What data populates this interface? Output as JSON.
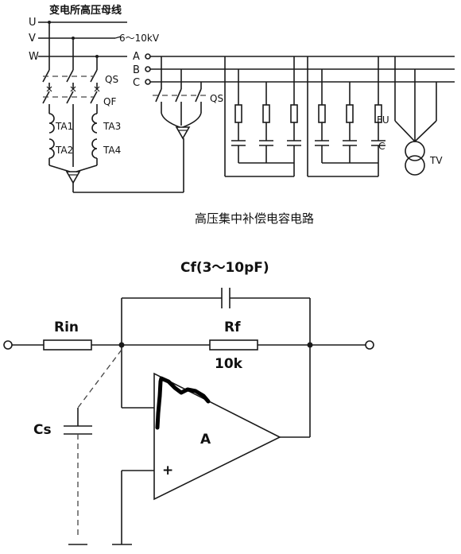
{
  "top_diagram": {
    "bus_title": "变电所高压母线",
    "voltage_label": "6～10kV",
    "left_phases": [
      "U",
      "V",
      "W"
    ],
    "right_phases": [
      "A",
      "B",
      "C"
    ],
    "switch_qs_left": "QS",
    "breaker_qf": "QF",
    "current_transformers": [
      "TA1",
      "TA2",
      "TA3",
      "TA4"
    ],
    "switch_qs_right": "QS",
    "fuse_label": "FU",
    "capacitor_label": "C",
    "voltage_transformer_label": "TV",
    "caption": "高压集中补偿电容电路"
  },
  "bottom_diagram": {
    "feedback_capacitor_label": "Cf(3～10pF)",
    "input_resistor_label": "Rin",
    "feedback_resistor_label": "Rf",
    "feedback_resistor_value": "10k",
    "stray_capacitor_label": "Cs",
    "opamp_label": "A",
    "noninverting_label": "+"
  },
  "colors": {
    "line": "#1a1a1a",
    "background": "#ffffff",
    "marker": "#000000"
  }
}
